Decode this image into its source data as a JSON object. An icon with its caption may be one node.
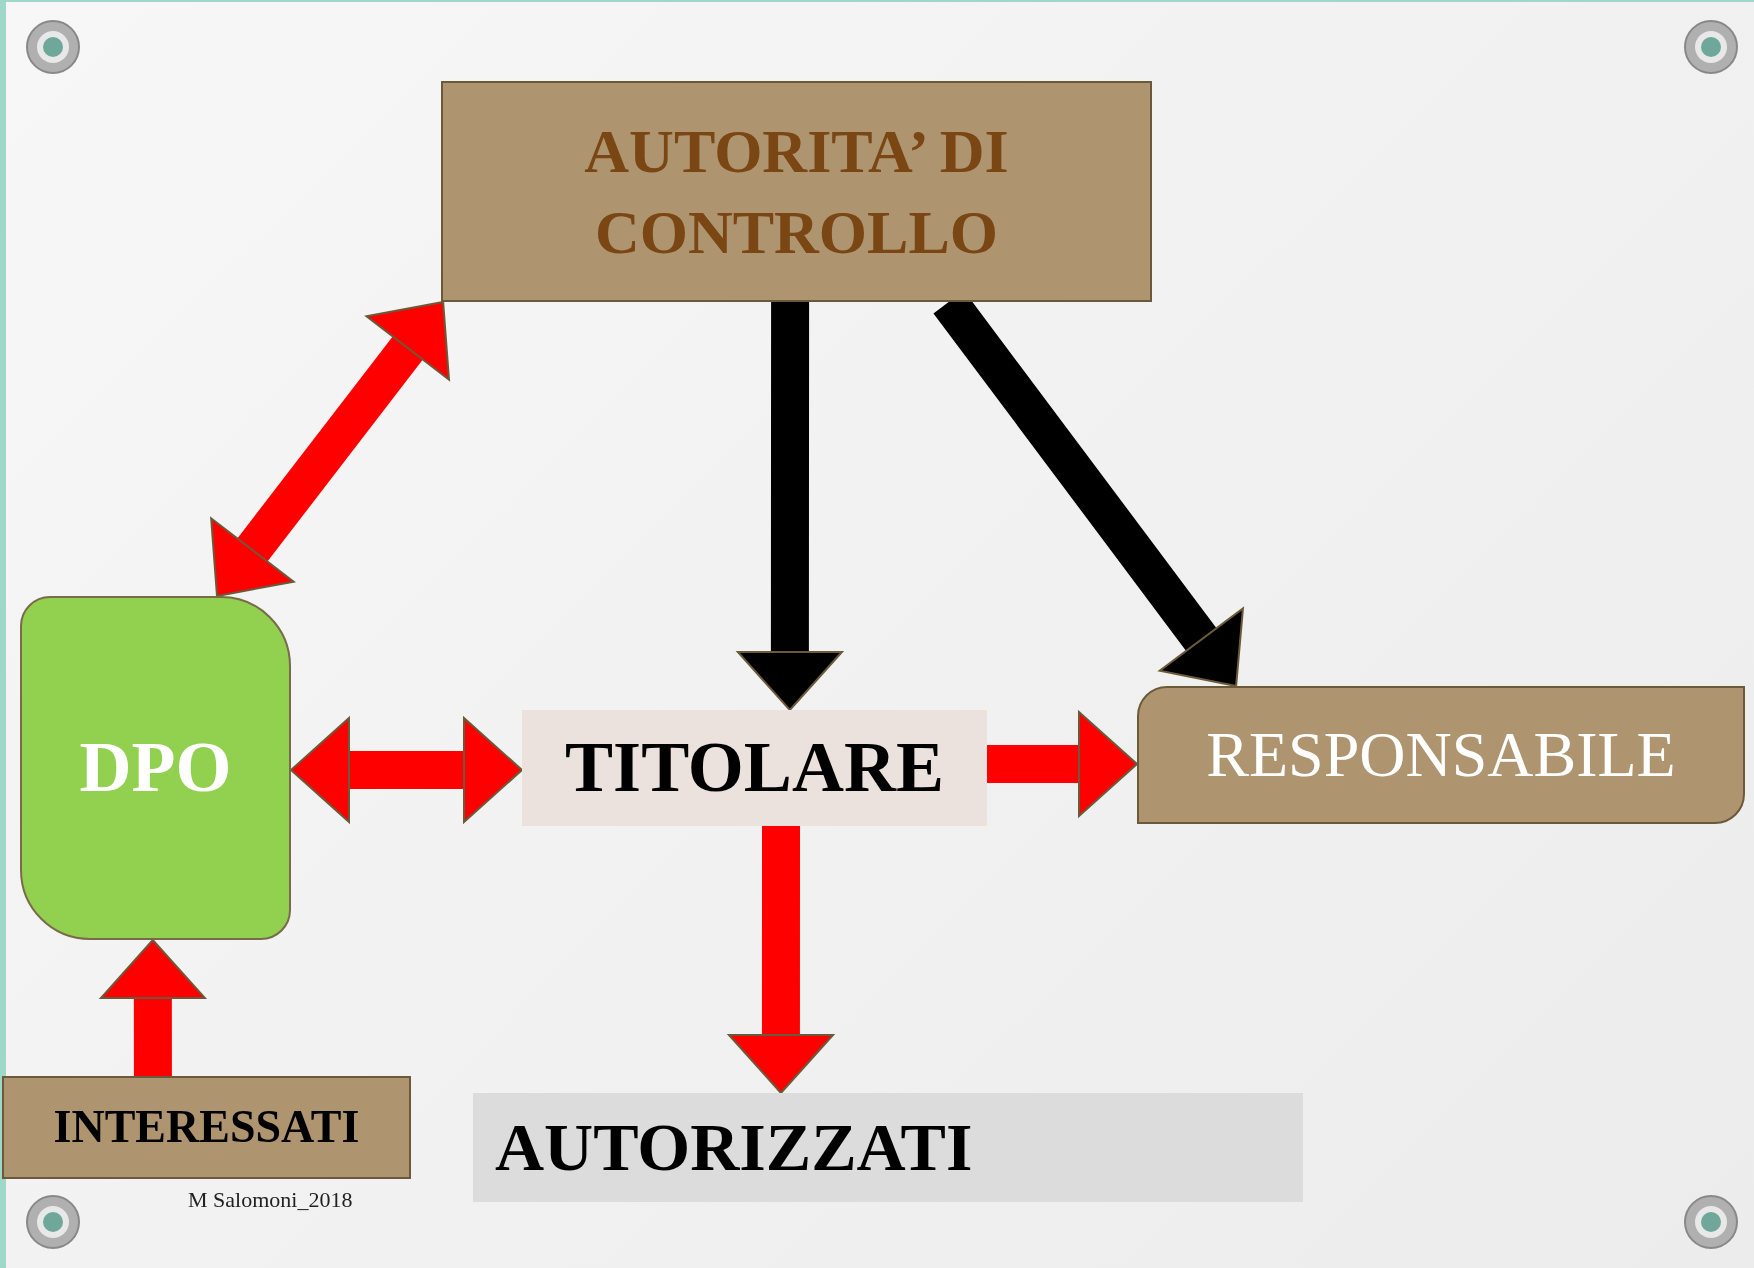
{
  "diagram": {
    "nodes": [
      {
        "text": [
          "AUTORITA’ DI CONTROLLO"
        ]
      },
      {
        "text": [
          "DPO"
        ]
      },
      {
        "text": [
          "TITOLARE"
        ]
      },
      {
        "text": [
          "RESPONSABILE"
        ]
      },
      {
        "text": [
          "INTERESSATI"
        ],
        "beside": [
          "M Salomoni_2018"
        ]
      },
      {
        "text": [
          "AUTORIZZATI"
        ]
      }
    ],
    "edges": [
      {
        "from": 1,
        "to": 0,
        "arrow": "both"
      },
      {
        "from": 0,
        "to": 2,
        "arrow": "to",
        "color": "#000000"
      },
      {
        "from": 0,
        "to": 3,
        "arrow": "to",
        "color": "#000000"
      },
      {
        "from": 1,
        "to": 2,
        "arrow": "both"
      },
      {
        "from": 2,
        "to": 3,
        "arrow": "to"
      },
      {
        "from": 2,
        "to": 5,
        "arrow": "to"
      },
      {
        "from": 4,
        "to": 1,
        "arrow": "to"
      }
    ]
  }
}
